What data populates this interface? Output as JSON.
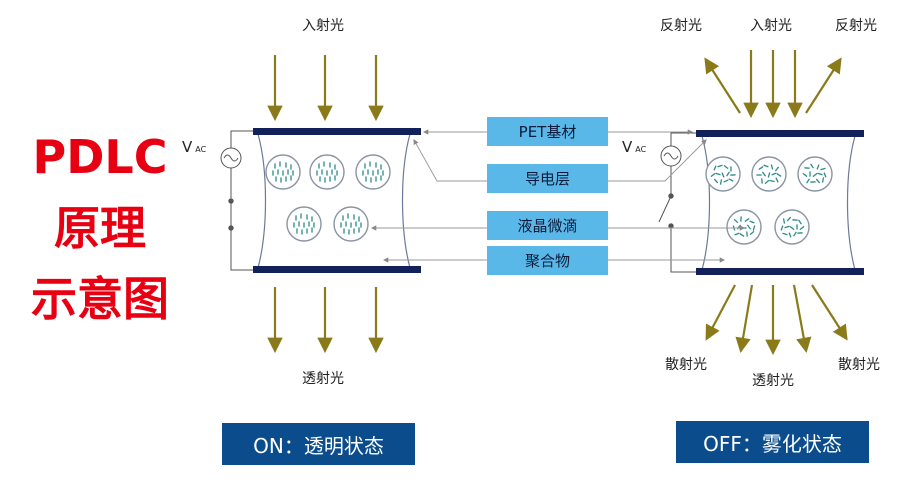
{
  "title": {
    "line1": "PDLC",
    "line2": "原理",
    "line3": "示意图"
  },
  "colors": {
    "title_red": "#e60012",
    "electrode_navy": "#13215a",
    "label_box_blue": "#5ab8e8",
    "state_box_blue": "#0b4d8c",
    "arrow_olive": "#8a7a1a",
    "droplet_teal": "#2d8a8a"
  },
  "labels": {
    "pet": "PET基材",
    "conductive": "导电层",
    "liquid_crystal": "液晶微滴",
    "polymer": "聚合物"
  },
  "on_state": {
    "incident": "入射光",
    "transmitted": "透射光",
    "voltage_symbol": "V",
    "voltage_sub": "AC",
    "status": "ON：透明状态"
  },
  "off_state": {
    "incident": "入射光",
    "reflected_left": "反射光",
    "reflected_right": "反射光",
    "scattered_left": "散射光",
    "scattered_right": "散射光",
    "transmitted": "透射光",
    "voltage_symbol": "V",
    "voltage_sub": "AC",
    "status": "OFF：雾化状态"
  }
}
